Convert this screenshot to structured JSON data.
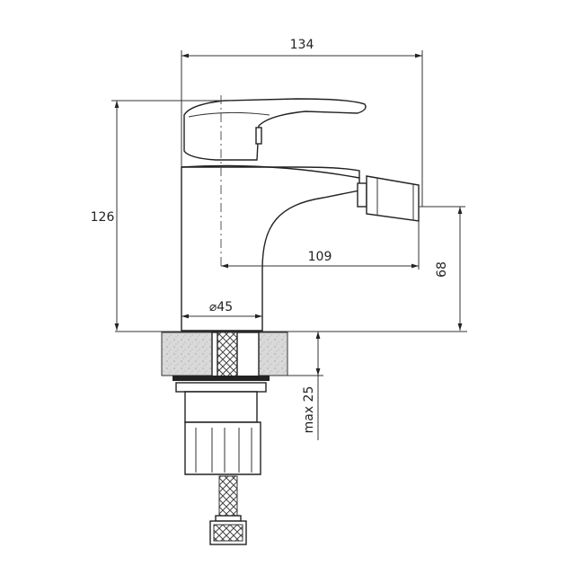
{
  "dimensions": {
    "overall_width": "134",
    "overall_height": "126",
    "spout_reach": "109",
    "spout_height": "68",
    "base_diameter": "⌀45",
    "max_thickness": "max 25"
  },
  "colors": {
    "line": "#333333",
    "hatch": "#d6d6d6"
  }
}
